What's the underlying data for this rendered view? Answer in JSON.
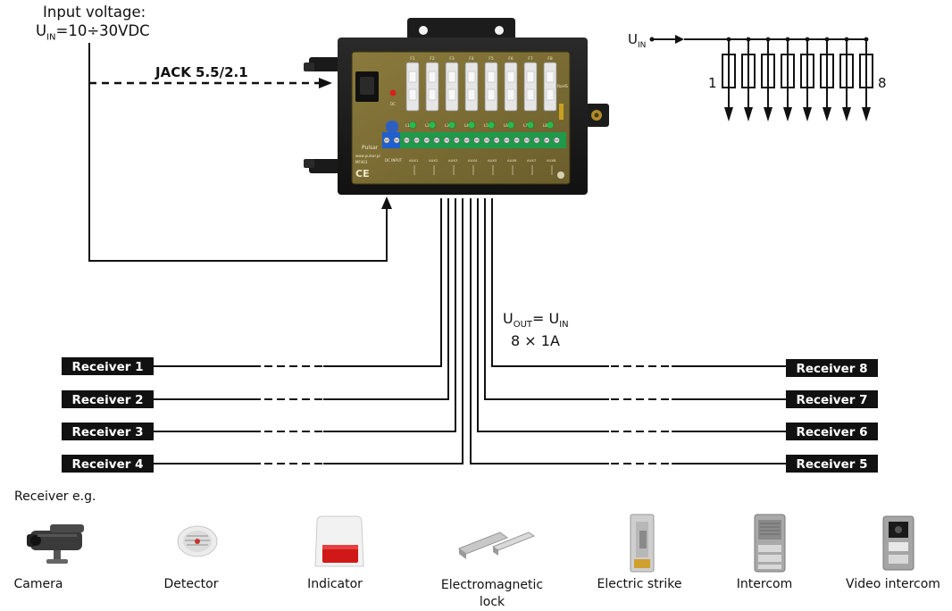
{
  "input": {
    "title": "Input voltage:",
    "u": "U",
    "u_sub": "IN",
    "value": "=10÷30VDC",
    "jack": "JACK 5.5/2.1"
  },
  "schematic": {
    "u": "U",
    "u_sub": "IN",
    "first": "1",
    "last": "8"
  },
  "output": {
    "u": "U",
    "u_sub": "OUT",
    "eq": "= U",
    "eq_sub": "IN",
    "rating": "8 × 1A"
  },
  "receivers": {
    "r1": "Receiver 1",
    "r2": "Receiver 2",
    "r3": "Receiver 3",
    "r4": "Receiver 4",
    "r5": "Receiver 5",
    "r6": "Receiver 6",
    "r7": "Receiver 7",
    "r8": "Receiver 8"
  },
  "examples": {
    "heading": "Receiver e.g.",
    "items": [
      "Camera",
      "Detector",
      "Indicator",
      "Electromagnetic lock",
      "Electric strike",
      "Intercom",
      "Video intercom"
    ]
  },
  "board": {
    "brand": "Pulsar",
    "model": "MF403",
    "site": "www.pulsar.pl",
    "ce": "CE",
    "rohs": "RoHS",
    "dc_input": "DC INPUT",
    "fuses": [
      "F1",
      "F2",
      "F3",
      "F4",
      "F5",
      "F6",
      "F7",
      "F8"
    ],
    "leds": [
      "L1",
      "L2",
      "L3",
      "L4",
      "L5",
      "L6",
      "L7",
      "L8"
    ],
    "aux": [
      "AUX1",
      "AUX2",
      "AUX3",
      "AUX4",
      "AUX5",
      "AUX6",
      "AUX7",
      "AUX8"
    ]
  }
}
